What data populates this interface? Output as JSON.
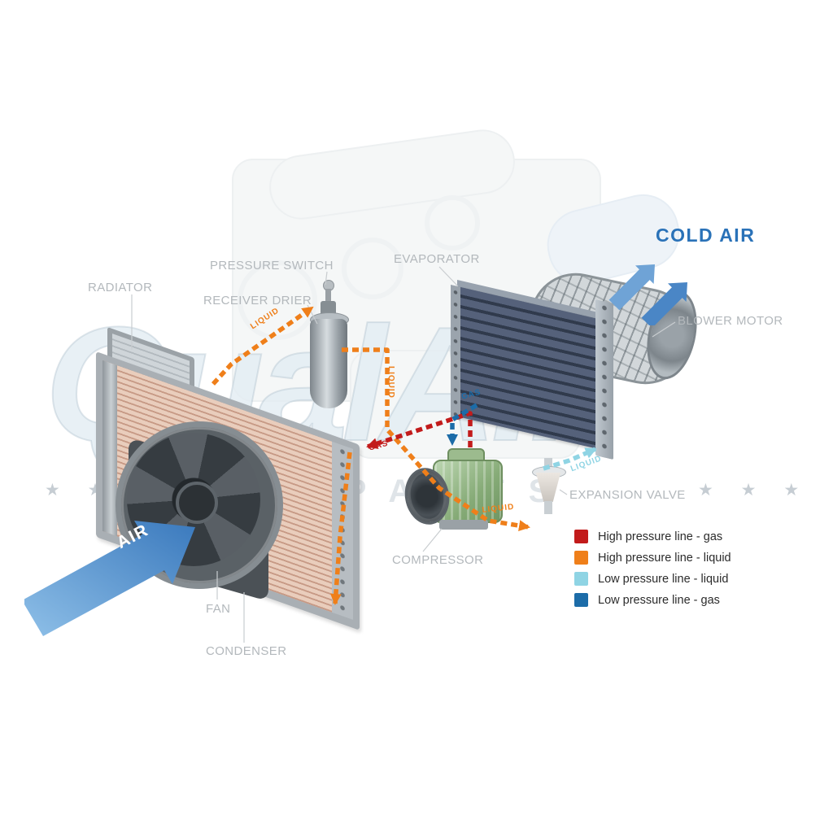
{
  "watermark": {
    "brand": "QualAir",
    "tagline": "AUTO PARTS",
    "stars_left": "★ ★",
    "stars_right": "★ ★ ★"
  },
  "flow": {
    "air": "AIR",
    "cold_air": "COLD AIR"
  },
  "component_labels": {
    "radiator": "RADIATOR",
    "pressure_switch": "PRESSURE SWITCH",
    "receiver_drier": "RECEIVER DRIER",
    "evaporator": "EVAPORATOR",
    "blower_motor": "BLOWER MOTOR",
    "expansion_valve": "EXPANSION VALVE",
    "compressor": "COMPRESSOR",
    "fan": "FAN",
    "condenser": "CONDENSER"
  },
  "pipe_labels": {
    "liquid": "LIQUID",
    "gas": "GAS"
  },
  "legend": {
    "items": [
      {
        "label": "High pressure line - gas",
        "color": "#c21b1b"
      },
      {
        "label": "High pressure line - liquid",
        "color": "#ef7f1a"
      },
      {
        "label": "Low pressure line - liquid",
        "color": "#8fd4e4"
      },
      {
        "label": "Low pressure line -  gas",
        "color": "#1c6ca8"
      }
    ]
  },
  "colors": {
    "cold_air_text": "#2a72b8"
  }
}
